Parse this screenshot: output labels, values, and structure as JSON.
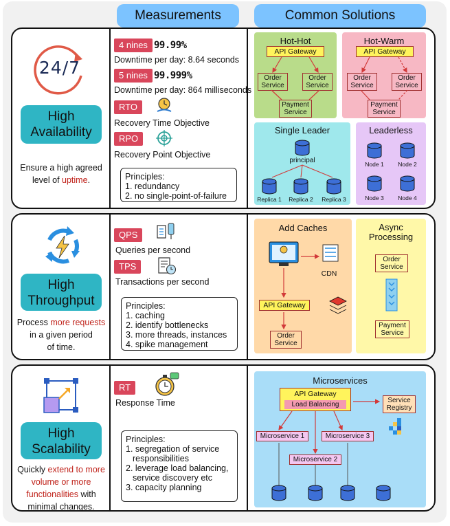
{
  "headers": {
    "measurements": "Measurements",
    "solutions": "Common Solutions"
  },
  "availability": {
    "title_line1": "High",
    "title_line2": "Availability",
    "icon_text": "24/7",
    "desc_line1": "Ensure a high agreed",
    "desc_line2_pre": "level of ",
    "desc_line2_red": "uptime",
    "desc_line2_post": ".",
    "m1_tag": "4 nines",
    "m1_value": "99.99%",
    "m1_label": "Downtime per day: 8.64 seconds",
    "m2_tag": "5 nines",
    "m2_value": "99.999%",
    "m2_label": "Downtime per day: 864 milliseconds",
    "m3_tag": "RTO",
    "m3_label": "Recovery Time Objective",
    "m4_tag": "RPO",
    "m4_label": "Recovery Point Objective",
    "principles_title": "Principles:",
    "principles": [
      "1. redundancy",
      "2. no single-point-of-failure"
    ],
    "hot_hot": {
      "title": "Hot-Hot",
      "gateway": "API Gateway",
      "order1": "Order\nService",
      "order2": "Order\nService",
      "payment": "Payment\nService"
    },
    "hot_warm": {
      "title": "Hot-Warm",
      "gateway": "API Gateway",
      "order1": "Order\nService",
      "order2": "Order\nService",
      "payment": "Payment\nService"
    },
    "single_leader": {
      "title": "Single Leader",
      "principal": "principal",
      "replicas": [
        "Replica 1",
        "Replica 2",
        "Replica 3"
      ]
    },
    "leaderless": {
      "title": "Leaderless",
      "nodes": [
        "Node 1",
        "Node 2",
        "Node 3",
        "Node 4"
      ]
    }
  },
  "throughput": {
    "title_line1": "High",
    "title_line2": "Throughput",
    "desc_line1_pre": "Process ",
    "desc_line1_red": "more requests",
    "desc_line2": "in a given period",
    "desc_line3": "of time.",
    "m1_tag": "QPS",
    "m1_label": "Queries per second",
    "m2_tag": "TPS",
    "m2_label": "Transactions per second",
    "principles_title": "Principles:",
    "principles": [
      "1. caching",
      "2. identify bottlenecks",
      "3. more threads, instances",
      "4. spike management"
    ],
    "caches": {
      "title": "Add Caches",
      "cdn": "CDN",
      "gateway": "API Gateway",
      "order": "Order\nService"
    },
    "async": {
      "title_line1": "Async",
      "title_line2": "Processing",
      "order": "Order\nService",
      "payment": "Payment\nService"
    }
  },
  "scalability": {
    "title_line1": "High",
    "title_line2": "Scalability",
    "desc_line1_pre": "Quickly ",
    "desc_line1_red": "extend to more",
    "desc_line2_red": "volume or more",
    "desc_line3_red": "functionalities",
    "desc_line3_post": " with",
    "desc_line4": "minimal changes.",
    "m1_tag": "RT",
    "m1_label": "Response Time",
    "principles_title": "Principles:",
    "principles": [
      "1. segregation of service",
      "   responsibilities",
      "2. leverage load balancing,",
      "   service discovery etc",
      "3. capacity planning"
    ],
    "micro": {
      "title": "Microservices",
      "gateway": "API Gateway",
      "lb": "Load Balancing",
      "registry": "Service\nRegistry",
      "ms1": "Microservice 1",
      "ms2": "Microservice 2",
      "ms3": "Microservice 3"
    }
  },
  "colors": {
    "teal": "#2fb5c4",
    "tag_red": "#d9465b",
    "header_blue": "#7cc3ff",
    "green": "#b9dc8a",
    "pink": "#f7b8c4",
    "cyan": "#9fe8ec",
    "lavender": "#e6c7f7",
    "orange": "#ffd9a8",
    "yellow": "#fff8a8",
    "blue": "#a9ddf8"
  }
}
